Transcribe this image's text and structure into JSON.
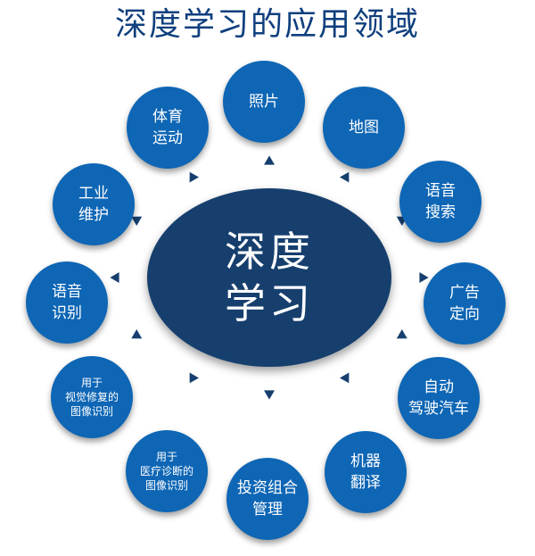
{
  "title": "深度学习的应用领域",
  "center": "深度\n学习",
  "colors": {
    "title": "#0f3f7e",
    "node": "#0e66b5",
    "center": "#163f6e",
    "arrow": "#163f6e"
  },
  "nodes": [
    {
      "label": "照片"
    },
    {
      "label": "地图"
    },
    {
      "label": "语音\n搜索"
    },
    {
      "label": "广告\n定向"
    },
    {
      "label": "自动\n驾驶汽车"
    },
    {
      "label": "机器\n翻译"
    },
    {
      "label": "投资组合\n管理"
    },
    {
      "label": "用于\n医疗诊断的\n图像识别"
    },
    {
      "label": "用于\n视觉修复的\n图像识别"
    },
    {
      "label": "语音\n识别"
    },
    {
      "label": "工业\n维护"
    },
    {
      "label": "体育\n运动"
    }
  ]
}
